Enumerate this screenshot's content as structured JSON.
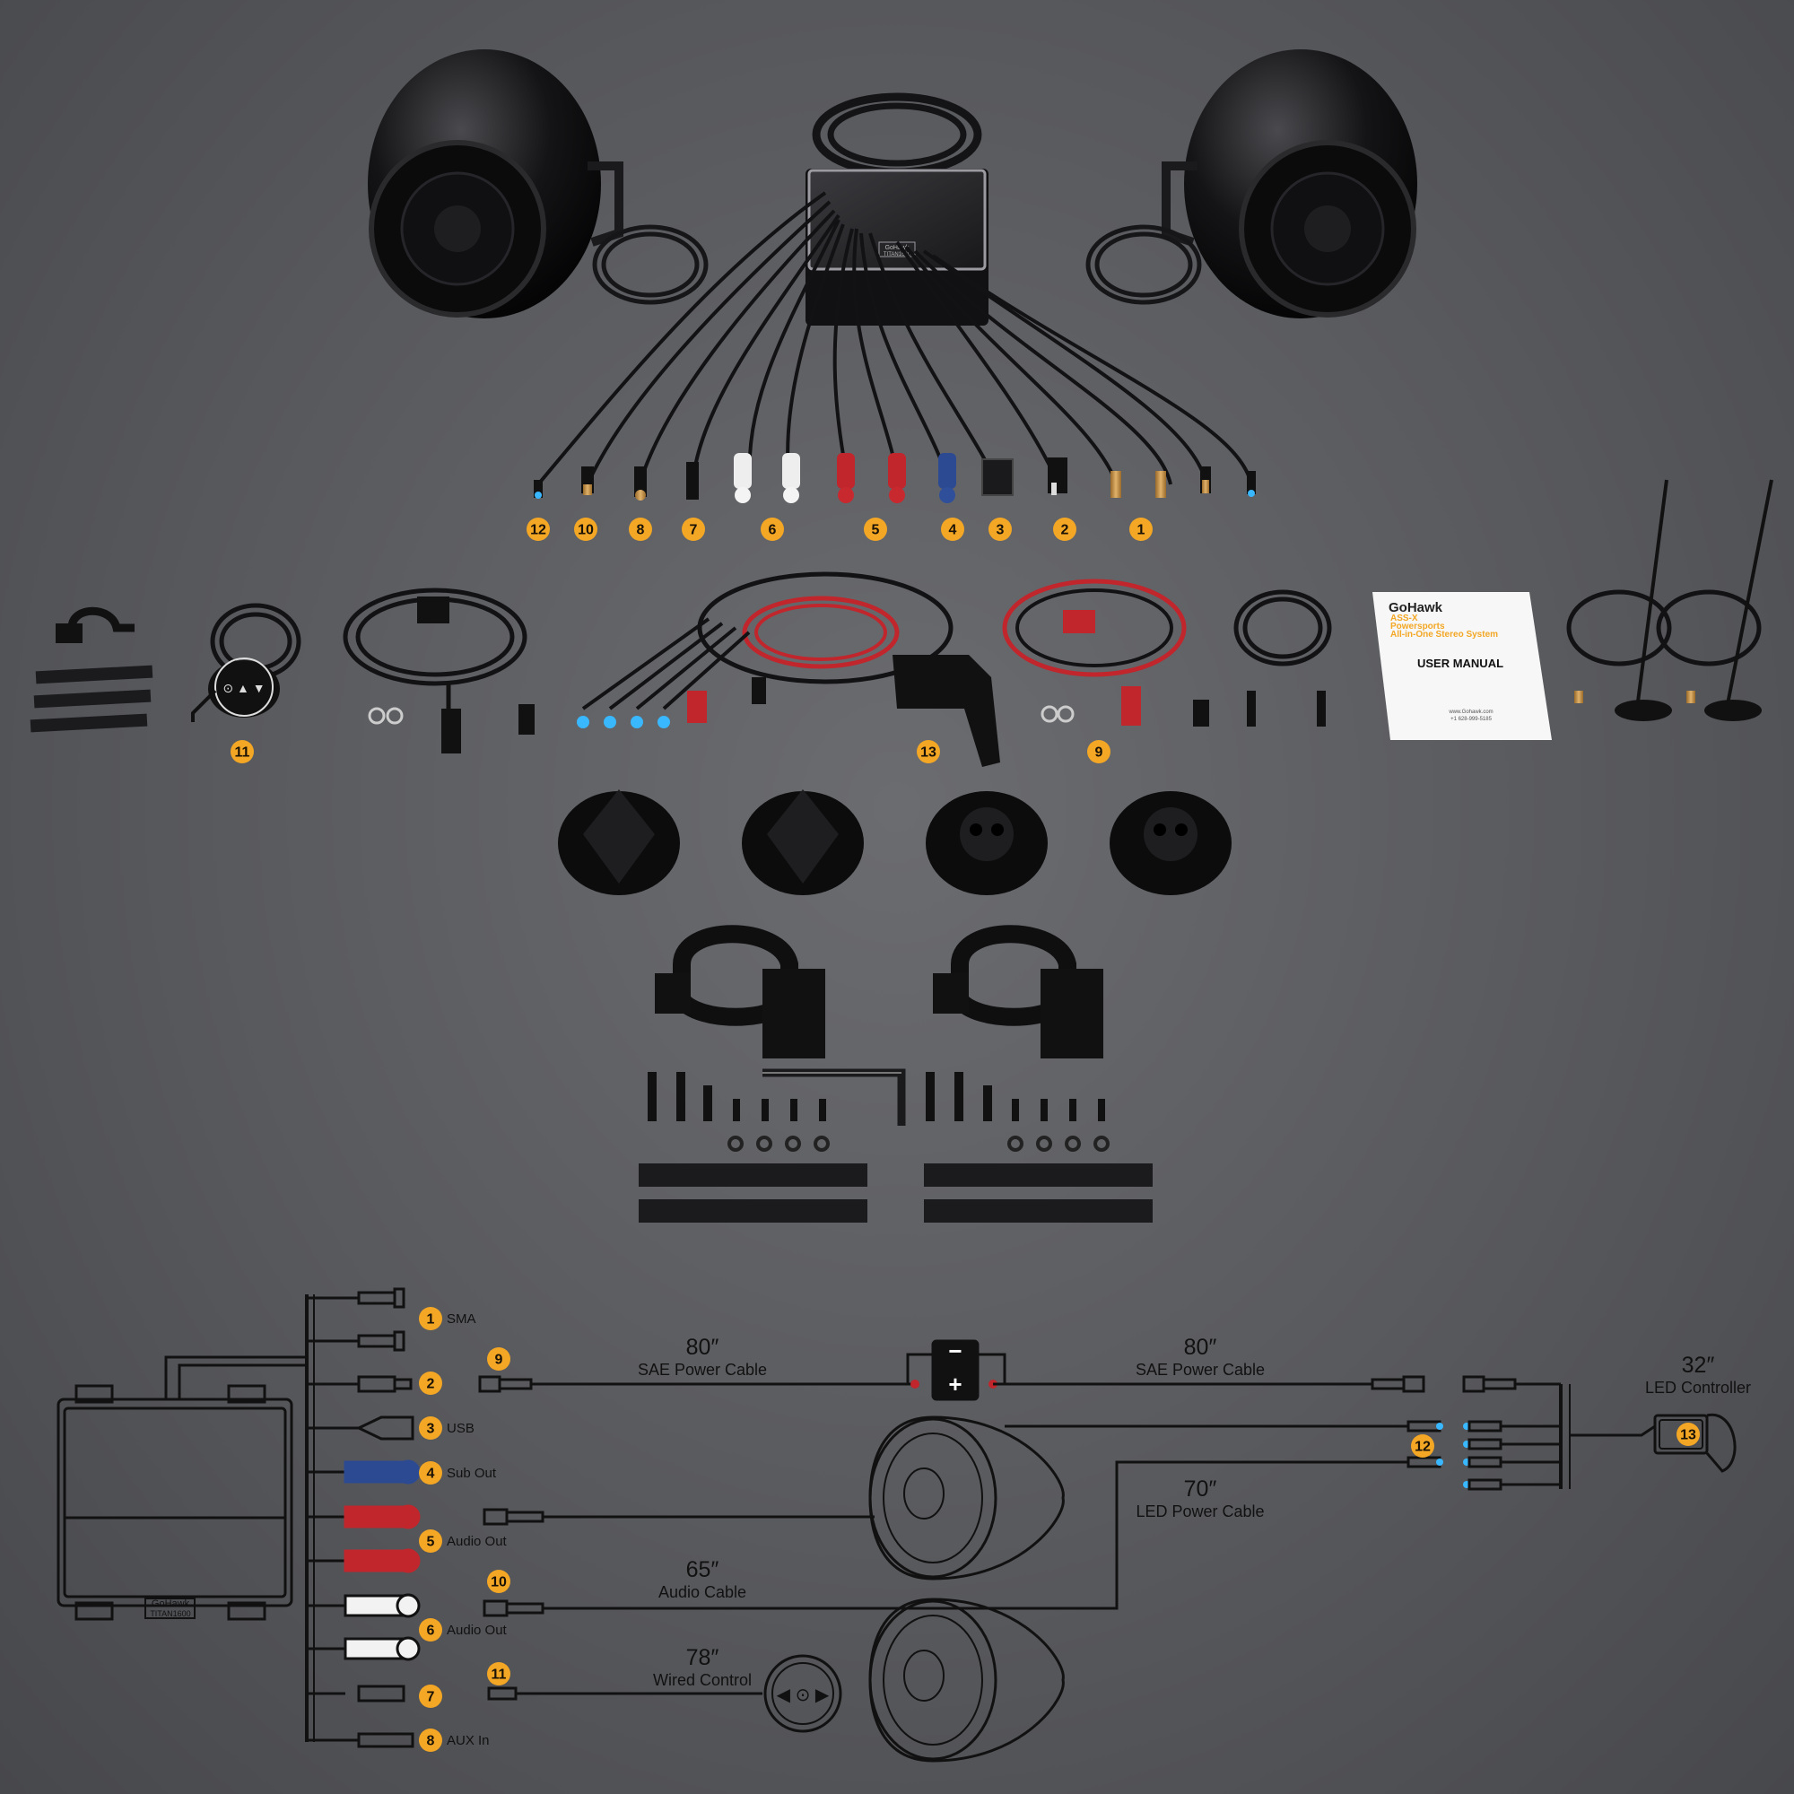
{
  "colors": {
    "badge": "#f3a724",
    "badge_text": "#1a1206",
    "line": "#111111",
    "red_wire": "#c0262c",
    "blue_connector": "#2c4a92",
    "led_blue": "#39b7ff"
  },
  "amp": {
    "brand": "GoHawk",
    "model": "TITAN1600"
  },
  "connector_callouts": [
    "12",
    "10",
    "8",
    "7",
    "6",
    "5",
    "4",
    "3",
    "2",
    "1"
  ],
  "accessory_callouts": {
    "remote": "11",
    "led_controller": "13",
    "power_cable": "9"
  },
  "manual": {
    "brand": "GoHawk",
    "line1": "ASS-X",
    "line2": "Powersports",
    "line3": "All-in-One Stereo System",
    "title": "USER MANUAL",
    "url": "www.Gohawk.com",
    "phone": "+1 628-999-5185"
  },
  "diagram": {
    "ports": [
      {
        "num": "1",
        "label": "SMA"
      },
      {
        "num": "2",
        "label": ""
      },
      {
        "num": "3",
        "label": "USB"
      },
      {
        "num": "4",
        "label": "Sub Out"
      },
      {
        "num": "5",
        "label": "Audio Out"
      },
      {
        "num": "6",
        "label": "Audio Out"
      },
      {
        "num": "7",
        "label": ""
      },
      {
        "num": "8",
        "label": "AUX In"
      }
    ],
    "sae_left": {
      "num": "9",
      "value": "80″",
      "label": "SAE Power Cable"
    },
    "sae_right": {
      "value": "80″",
      "label": "SAE Power Cable"
    },
    "led_controller": {
      "num": "13",
      "value": "32″",
      "label": "LED Controller"
    },
    "led_power": {
      "num": "12",
      "value": "70″",
      "label": "LED Power Cable"
    },
    "audio_cable": {
      "num": "10",
      "value": "65″",
      "label": "Audio Cable"
    },
    "wired_control": {
      "num": "11",
      "value": "78″",
      "label": "Wired Control"
    },
    "battery": {
      "minus": "−",
      "plus": "+"
    }
  }
}
